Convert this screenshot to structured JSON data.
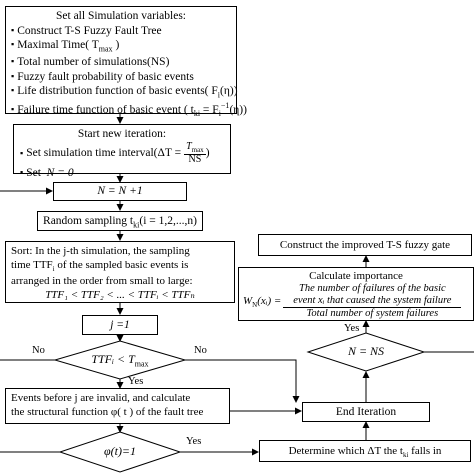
{
  "init": {
    "title": "Set all Simulation variables:",
    "items": [
      "Construct T-S Fuzzy Fault Tree",
      "Maximal Time( T",
      "Total number of simulations(NS)",
      "Fuzzy fault probability of basic events",
      "Life distribution function of basic events( F",
      "Failure time function of basic event ( t"
    ],
    "tmax_sub": "max",
    "eta": "(η)",
    "ki_tail": " = F",
    "inv_tail": "(η))"
  },
  "iter": {
    "title": "Start new iteration:",
    "interval_prefix": "Set simulation time interval(",
    "delta_t": "ΔT =",
    "frac_num": "T",
    "frac_num_sub": "max",
    "frac_den": "NS",
    "set_prefix": "Set",
    "set_expr": "N = 0"
  },
  "n_inc": {
    "text": "N = N +1"
  },
  "sampling": {
    "text": "Random sampling t",
    "sub": "ki",
    "tail": "(i = 1,2,...,n)"
  },
  "sort": {
    "line1": "Sort: In the j-th simulation, the sampling",
    "line2": "time TTF",
    "line2_tail": " of the sampled basic events is",
    "line3": "arranged in the order from small to large:",
    "line4": "TTF₁ < TTF₂ < ... < TTFᵢ < TTFₙ"
  },
  "j_init": {
    "text": "j =1"
  },
  "dec_ttf": {
    "text": "TTFᵢ < T",
    "sub": "max"
  },
  "events": {
    "line1": "Events before  j are invalid, and calculate",
    "line2": "the structural function  φ( t )  of the fault tree"
  },
  "dec_phi": {
    "text": "φ(t)=1"
  },
  "determine": {
    "text": "Determine which  ΔT  the  t",
    "sub": "ki",
    "tail": "  falls in"
  },
  "end_iter": {
    "text": "End Iteration"
  },
  "dec_n": {
    "text": "N = NS"
  },
  "importance": {
    "title": "Calculate importance",
    "lhs": "W",
    "lhs_sub": "N",
    "lhs_tail": "(xᵢ) =",
    "num1": "The number of failures of the basic",
    "num2": "event xᵢ that caused the system failure",
    "den": "Total number of system failures"
  },
  "construct": {
    "text": "Construct the improved T-S fuzzy gate"
  },
  "labels": {
    "no_left": "No",
    "no_right": "No",
    "yes_ttf": "Yes",
    "yes_phi": "Yes",
    "yes_n": "Yes"
  }
}
